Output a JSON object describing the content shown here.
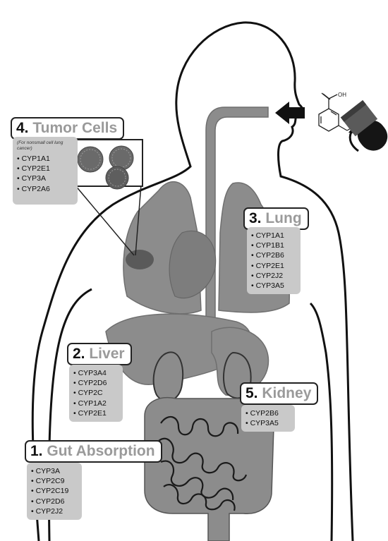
{
  "organs": {
    "tumor": {
      "number": "4.",
      "name": "Tumor Cells",
      "note": "(For nonsmall cell lung cancer)",
      "enzymes": [
        "CYP1A1",
        "CYP2E1",
        "CYP3A",
        "CYP2A6"
      ]
    },
    "lung": {
      "number": "3.",
      "name": "Lung",
      "enzymes": [
        "CYP1A1",
        "CYP1B1",
        "CYP2B6",
        "CYP2E1",
        "CYP2J2",
        "CYP3A5"
      ]
    },
    "liver": {
      "number": "2.",
      "name": "Liver",
      "enzymes": [
        "CYP3A4",
        "CYP2D6",
        "CYP2C",
        "CYP1A2",
        "CYP2E1"
      ]
    },
    "kidney": {
      "number": "5.",
      "name": "Kidney",
      "enzymes": [
        "CYP2B6",
        "CYP3A5"
      ]
    },
    "gut": {
      "number": "1.",
      "name": "Gut Absorption",
      "enzymes": [
        "CYP3A",
        "CYP2C9",
        "CYP2C19",
        "CYP2D6",
        "CYP2J2"
      ]
    }
  },
  "molecule": {
    "label": "OH"
  },
  "colors": {
    "organ": "#8c8c8c",
    "organ_dark": "#6f6f6f",
    "outline": "#111111",
    "enzyme_box": "#c9c9c9",
    "title_name": "#9a9a9a"
  }
}
